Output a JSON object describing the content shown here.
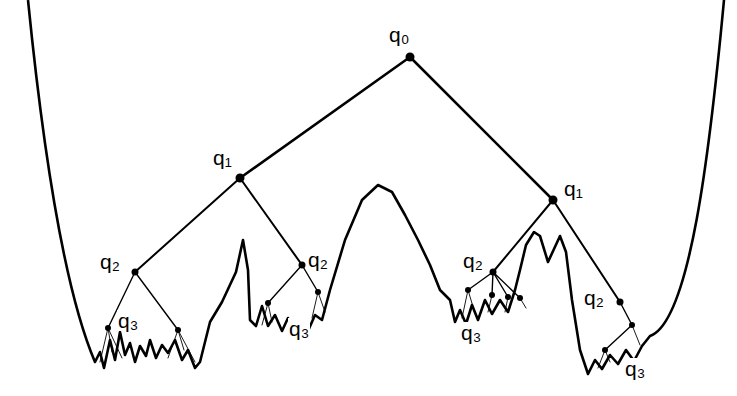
{
  "diagram": {
    "labels": [
      "q₀",
      "q₁",
      "q₁",
      "q₂",
      "q₂",
      "q₂",
      "q₂",
      "q₃",
      "q₃",
      "q₃",
      "q₃"
    ]
  }
}
